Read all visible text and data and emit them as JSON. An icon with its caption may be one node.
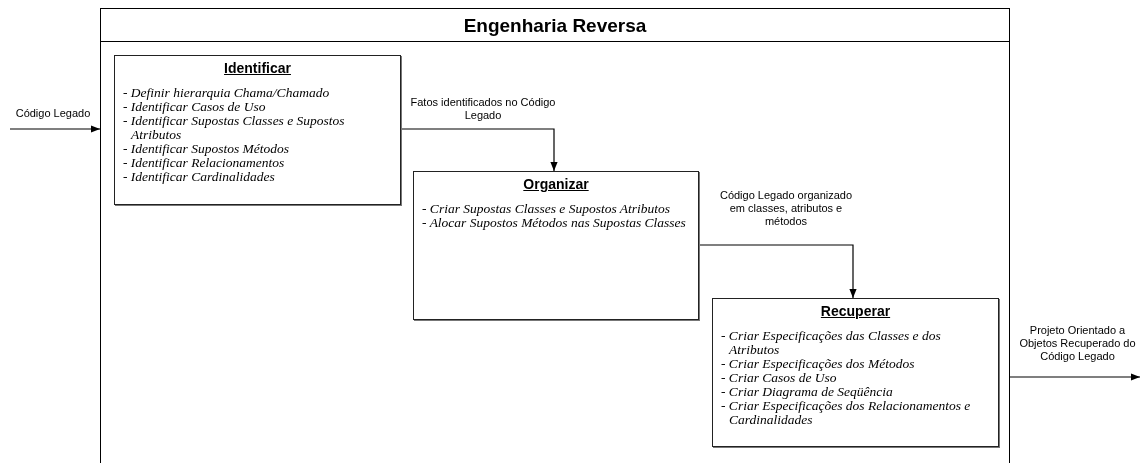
{
  "diagram": {
    "nodes": [
      {
        "text": [
          "Engenharia Reversa"
        ]
      },
      {
        "text": [
          "Identificar",
          "- Definir hierarquia Chama/Chamado",
          "- Identificar Casos de Uso",
          "- Identificar Supostas Classes e Supostos Atributos",
          "- Identificar Supostos Métodos",
          "- Identificar Relacionamentos",
          "- Identificar Cardinalidades"
        ],
        "in": 0
      },
      {
        "text": [
          "Organizar",
          "- Criar Supostas Classes e Supostos Atributos",
          "- Alocar Supostos Métodos nas Supostas Classes"
        ],
        "in": 0
      },
      {
        "text": [
          "Recuperar",
          "- Criar Especificações das Classes e dos Atributos",
          "- Criar Especificações dos Métodos",
          "- Criar Casos de Uso",
          "- Criar Diagrama de Seqüência",
          "- Criar Especificações dos Relacionamentos e Cardinalidades"
        ],
        "in": 0
      }
    ],
    "edges": [
      {
        "from": null,
        "to": 0,
        "arrow": "to",
        "label": "Código Legado"
      },
      {
        "from": 1,
        "to": 2,
        "arrow": "to",
        "label": "Fatos identificados no Código Legado"
      },
      {
        "from": 2,
        "to": 3,
        "arrow": "to",
        "label": "Código Legado organizado em classes, atributos e métodos"
      },
      {
        "from": 0,
        "to": null,
        "arrow": "to",
        "label": "Projeto Orientado a Objetos Recuperado do Código Legado"
      }
    ]
  }
}
